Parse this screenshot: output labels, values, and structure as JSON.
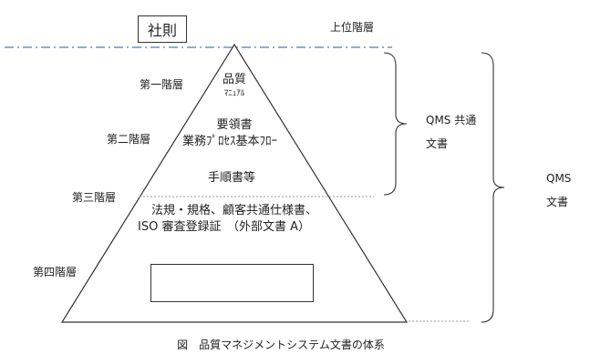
{
  "company_rules": "社則",
  "upper_level": "上位階層",
  "levels": {
    "first": "第一階層",
    "second": "第二階層",
    "third": "第三階層",
    "fourth": "第四階層"
  },
  "pyramid": {
    "quality": "品質",
    "manual": "ﾏﾆｭｱﾙ",
    "guidelines": "要領書",
    "flow": "業務ﾌﾟﾛｾｽ基本ﾌﾛｰ",
    "procedures": "手順書等",
    "external_line1": "法規・規格、顧客共通仕様書、",
    "external_line2": "ISO 審査登録証　（外部文書 A）"
  },
  "brackets": {
    "qms_common_line1": "QMS 共通",
    "qms_common_line2": "文書",
    "qms_line1": "QMS",
    "qms_line2": "文書"
  },
  "caption": "図　品質マネジメントシステム文書の体系",
  "colors": {
    "dash_line": "#4a7fb5",
    "line": "#333333",
    "dotted": "#9a9a9a"
  }
}
